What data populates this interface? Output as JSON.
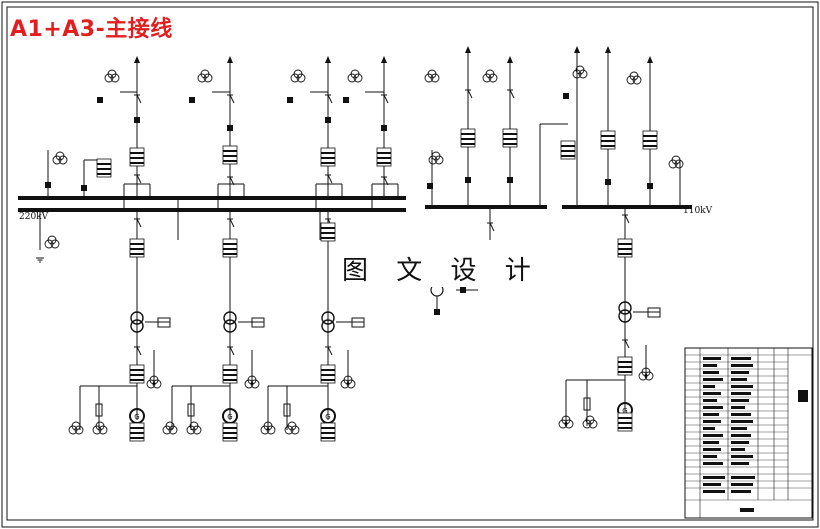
{
  "drawing": {
    "title": "A1+A3-主接线",
    "watermark": "图 文 设 计"
  },
  "buses": {
    "hv_label": "220kV",
    "mv_label": "110kV"
  },
  "colors": {
    "title": "#e02020",
    "lines": "#111111",
    "background": "#ffffff"
  },
  "symbols": [
    "transformer-icon",
    "breaker-icon",
    "disconnector-icon",
    "ct-icon",
    "arrester-icon",
    "generator-icon",
    "ground-icon",
    "arrow-icon"
  ]
}
